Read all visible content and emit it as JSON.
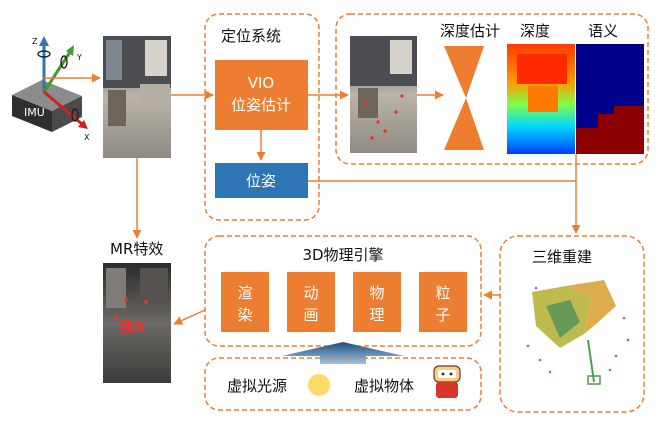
{
  "colors": {
    "orange": "#ED7D31",
    "blue": "#2E75B6",
    "navy": "#00008B",
    "maroon": "#8B0000",
    "sun": "#FFD966"
  },
  "imu": {
    "label": "IMU",
    "axis_z": "Z",
    "axis_y": "Y",
    "axis_x": "X"
  },
  "localization": {
    "title": "定位系统",
    "vio_line1": "VIO",
    "vio_line2": "位姿估计",
    "pose": "位姿"
  },
  "depth_panel": {
    "depth_estimation": "深度估计",
    "depth": "深度",
    "semantic": "语义"
  },
  "reconstruction": {
    "title": "三维重建"
  },
  "physics_engine": {
    "title": "3D物理引擎",
    "modules": [
      {
        "line1": "渲",
        "line2": "染"
      },
      {
        "line1": "动",
        "line2": "画"
      },
      {
        "line1": "物",
        "line2": "理"
      },
      {
        "line1": "粒",
        "line2": "子"
      }
    ]
  },
  "virtual_inputs": {
    "light": "虚拟光源",
    "object": "虚拟物体"
  },
  "mr_effect": {
    "title": "MR特效",
    "overlay_text": "我X"
  }
}
